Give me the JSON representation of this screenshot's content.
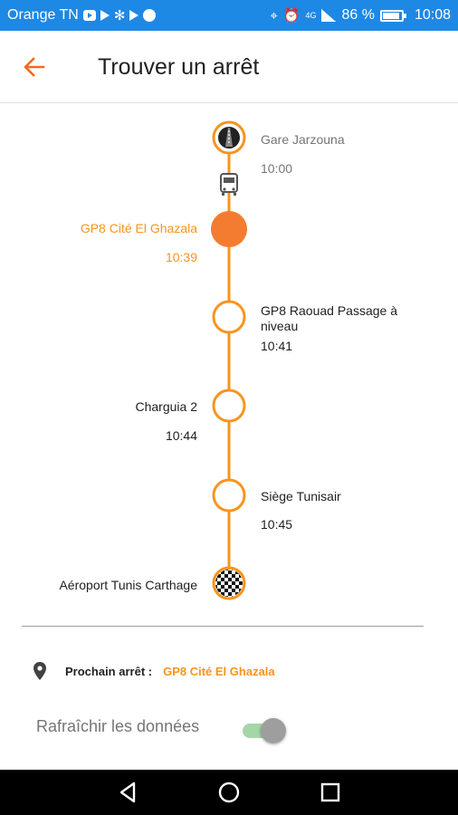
{
  "status_bar": {
    "carrier": "Orange TN",
    "signal_type": "4G",
    "battery": "86 %",
    "time": "10:08"
  },
  "header": {
    "title": "Trouver un arrêt",
    "back_icon": "arrow-left-icon"
  },
  "route": {
    "line_color": "#F7941D",
    "vehicle_icon": "bus-icon",
    "stops": [
      {
        "name": "Gare Jarzouna",
        "time": "10:00",
        "state": "start"
      },
      {
        "name": "GP8 Cité El Ghazala",
        "time": "10:39",
        "state": "current"
      },
      {
        "name": "GP8 Raouad Passage à niveau",
        "time": "10:41",
        "state": "upcoming"
      },
      {
        "name": "Charguia 2",
        "time": "10:44",
        "state": "upcoming"
      },
      {
        "name": "Siège Tunisair",
        "time": "10:45",
        "state": "upcoming"
      },
      {
        "name": "Aéroport Tunis Carthage",
        "time": "",
        "state": "end"
      }
    ]
  },
  "next_stop": {
    "label": "Prochain arrêt :",
    "value": "GP8 Cité El Ghazala",
    "icon": "map-pin-icon"
  },
  "refresh": {
    "label": "Rafraîchir les  données",
    "enabled": true
  },
  "nav": {
    "back": "nav-back-icon",
    "home": "nav-home-icon",
    "recents": "nav-recents-icon"
  }
}
